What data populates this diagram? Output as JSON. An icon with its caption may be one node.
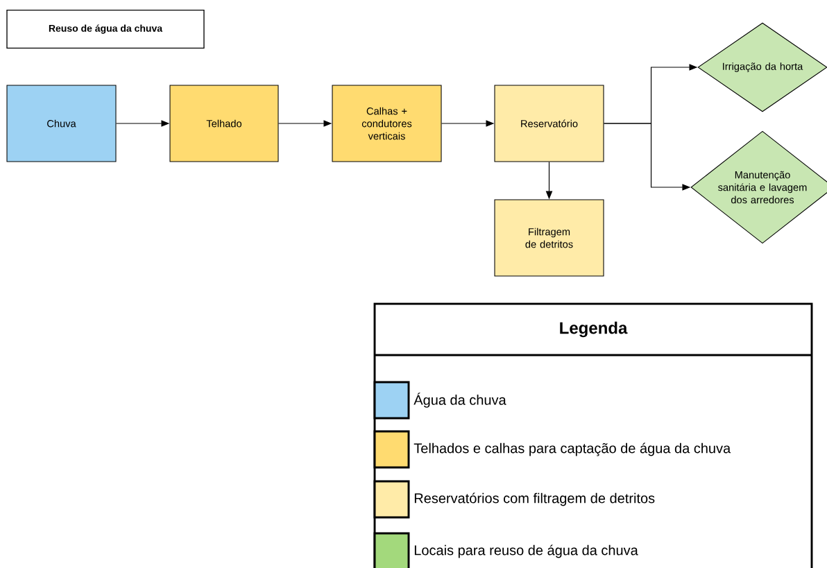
{
  "diagram": {
    "title": "Reuso de água da chuva",
    "nodes": [
      {
        "text": [
          "Chuva"
        ]
      },
      {
        "text": [
          "Telhado"
        ]
      },
      {
        "text": [
          "Calhas + condutores verticais"
        ]
      },
      {
        "text": [
          "Reservatório"
        ]
      },
      {
        "text": [
          "Irrigação da horta"
        ]
      },
      {
        "text": [
          "Manutenção sanitária e lavagem dos arredores"
        ]
      },
      {
        "text": [
          "Filtragem de detritos"
        ]
      }
    ],
    "edges": [
      {
        "from": 0,
        "to": 1,
        "arrow": "to"
      },
      {
        "from": 1,
        "to": 2,
        "arrow": "to"
      },
      {
        "from": 2,
        "to": 3,
        "arrow": "to"
      },
      {
        "from": 3,
        "to": 4,
        "arrow": "to"
      },
      {
        "from": 3,
        "to": 5,
        "arrow": "to"
      },
      {
        "from": 3,
        "to": 6,
        "arrow": "to"
      }
    ],
    "labels": [
      "Legenda"
    ],
    "legend": [
      {
        "text": "Água da chuva",
        "color": "#9dd2f3"
      },
      {
        "text": "Telhados e calhas para captação de água da chuva",
        "color": "#ffdb70"
      },
      {
        "text": "Reservatórios com filtragem de detritos",
        "color": "#ffeba8"
      },
      {
        "text": "Locais para reuso de água da chuva",
        "color": "#a3d97c"
      }
    ]
  }
}
